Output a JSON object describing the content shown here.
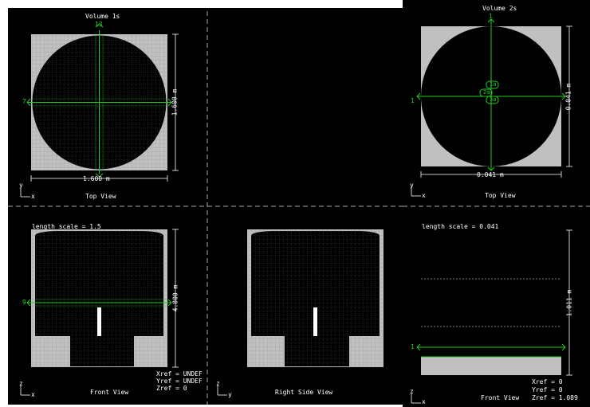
{
  "volume1": {
    "title": "Volume 1s",
    "top_view_label": "Top View",
    "front_view_label": "Front View",
    "right_side_view_label": "Right Side View",
    "width_dim": "1.600 m",
    "depth_dim": "1.600 m",
    "height_dim": "4.800 m",
    "length_scale": "length scale = 1.5",
    "top_marker": "13",
    "left_marker": "7",
    "front_marker": "9",
    "xref": "Xref = UNDEF",
    "yref": "Yref = UNDEF",
    "zref": "Zref = 0"
  },
  "volume2": {
    "title": "Volume 2s",
    "top_view_label": "Top View",
    "front_view_label": "Front View",
    "width_dim": "0.041 m",
    "depth_dim": "0.041 m",
    "height_dim": "1.011 m",
    "length_scale": "length scale = 0.041",
    "top_marker": "1",
    "left_marker": "1",
    "front_marker": "1",
    "center_labels": [
      "1a",
      "2a",
      "3a"
    ],
    "xref": "Xref = 0",
    "yref": "Yref = 0",
    "zref": "Zref = 1.089"
  },
  "axes": {
    "top_y": "y",
    "top_x": "x",
    "front_z": "z",
    "front_x": "x",
    "side_z": "z",
    "side_y": "y"
  },
  "colors": {
    "background": "#000000",
    "fill": "#c0c0c0",
    "marker": "#22cc22",
    "text": "#ffffff"
  }
}
